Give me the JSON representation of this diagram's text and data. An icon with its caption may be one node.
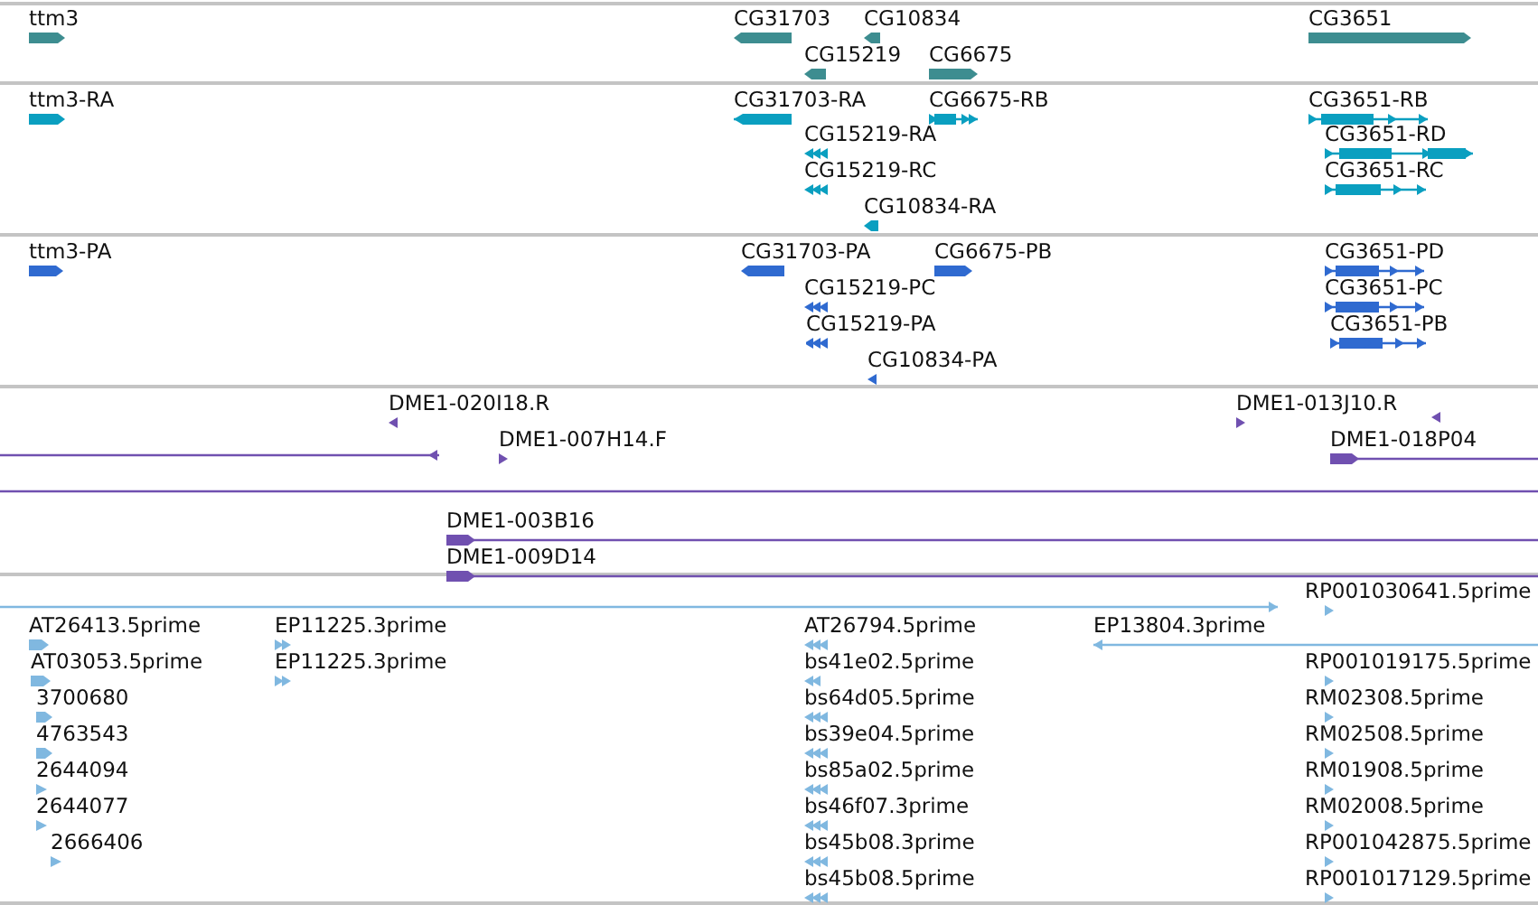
{
  "diagram": {
    "nodes": [
      {
        "text": [
          "ttm3"
        ]
      },
      {
        "text": [
          "CG31703"
        ]
      },
      {
        "text": [
          "CG10834"
        ]
      },
      {
        "text": [
          "CG3651"
        ]
      },
      {
        "text": [
          "CG15219"
        ]
      },
      {
        "text": [
          "CG6675"
        ]
      },
      {
        "text": [
          "ttm3-RA"
        ]
      },
      {
        "text": [
          "CG31703-RA"
        ]
      },
      {
        "text": [
          "CG6675-RB"
        ]
      },
      {
        "text": [
          "CG3651-RB"
        ]
      },
      {
        "text": [
          "CG15219-RA"
        ]
      },
      {
        "text": [
          "CG3651-RD"
        ]
      },
      {
        "text": [
          "CG15219-RC"
        ]
      },
      {
        "text": [
          "CG3651-RC"
        ]
      },
      {
        "text": [
          "CG10834-RA"
        ]
      },
      {
        "text": [
          "ttm3-PA"
        ]
      },
      {
        "text": [
          "CG31703-PA"
        ]
      },
      {
        "text": [
          "CG6675-PB"
        ]
      },
      {
        "text": [
          "CG3651-PD"
        ]
      },
      {
        "text": [
          "CG15219-PC"
        ]
      },
      {
        "text": [
          "CG3651-PC"
        ]
      },
      {
        "text": [
          "CG15219-PA"
        ]
      },
      {
        "text": [
          "CG3651-PB"
        ]
      },
      {
        "text": [
          "CG10834-PA"
        ]
      },
      {
        "text": [
          "DME1-020I18.R"
        ]
      },
      {
        "text": [
          "DME1-013J10.R"
        ]
      },
      {
        "text": [
          "DME1-007H14.F"
        ]
      },
      {
        "text": [
          "DME1-018P04"
        ]
      },
      {
        "text": [
          "DME1-003B16"
        ]
      },
      {
        "text": [
          "DME1-009D14"
        ]
      },
      {
        "text": [
          "RP001030641.5prime"
        ]
      },
      {
        "text": [
          "AT26413.5prime"
        ]
      },
      {
        "text": [
          "EP11225.3prime"
        ]
      },
      {
        "text": [
          "AT26794.5prime"
        ]
      },
      {
        "text": [
          "EP13804.3prime"
        ]
      },
      {
        "text": [
          "AT03053.5prime"
        ]
      },
      {
        "text": [
          "EP11225.3prime"
        ]
      },
      {
        "text": [
          "bs41e02.5prime"
        ]
      },
      {
        "text": [
          "RP001019175.5prime"
        ]
      },
      {
        "text": [
          "3700680"
        ]
      },
      {
        "text": [
          "bs64d05.5prime"
        ]
      },
      {
        "text": [
          "RM02308.5prime"
        ]
      },
      {
        "text": [
          "4763543"
        ]
      },
      {
        "text": [
          "bs39e04.5prime"
        ]
      },
      {
        "text": [
          "RM02508.5prime"
        ]
      },
      {
        "text": [
          "2644094"
        ]
      },
      {
        "text": [
          "bs85a02.5prime"
        ]
      },
      {
        "text": [
          "RM01908.5prime"
        ]
      },
      {
        "text": [
          "2644077"
        ]
      },
      {
        "text": [
          "bs46f07.3prime"
        ]
      },
      {
        "text": [
          "RM02008.5prime"
        ]
      },
      {
        "text": [
          "2666406"
        ]
      },
      {
        "text": [
          "bs45b08.3prime"
        ]
      },
      {
        "text": [
          "RP001042875.5prime"
        ]
      },
      {
        "text": [
          "bs45b08.5prime"
        ]
      },
      {
        "text": [
          "RP001017129.5prime"
        ]
      }
    ]
  }
}
